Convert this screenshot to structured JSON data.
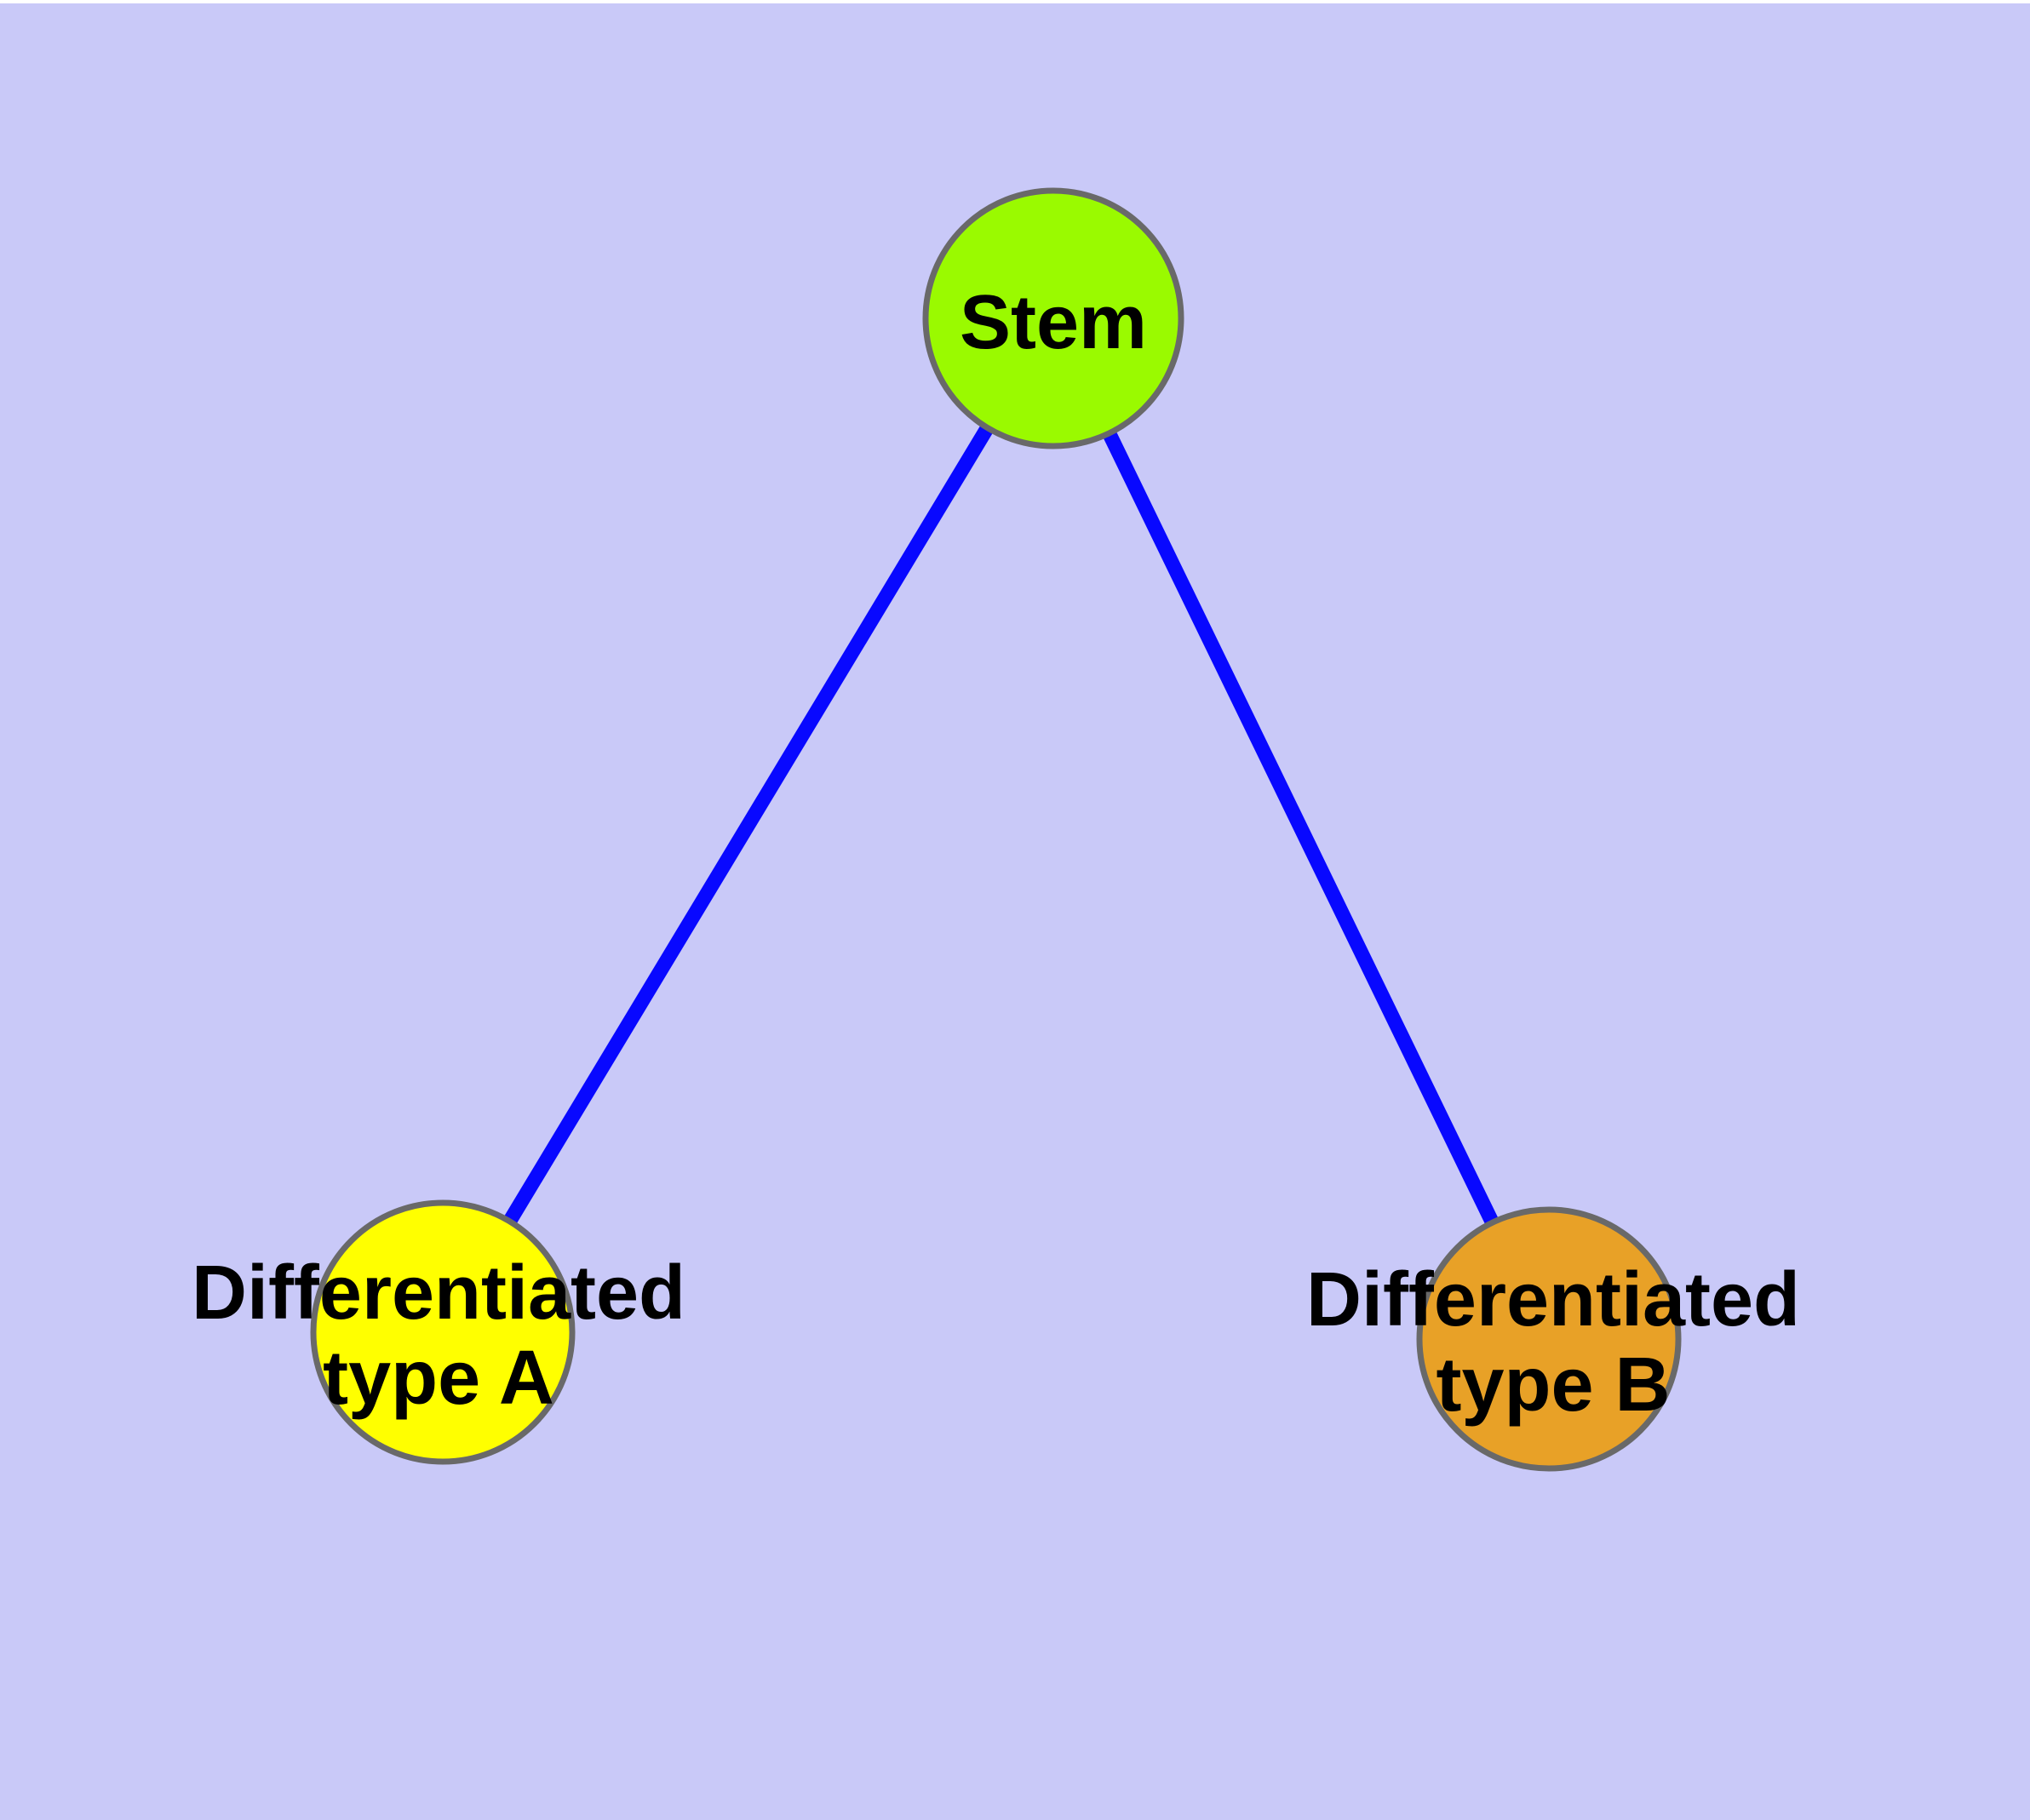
{
  "canvas": {
    "background_color": "#c9c9f8",
    "top_margin_color": "#ffffff",
    "label_color": "#000000"
  },
  "edges": {
    "color": "#0808ff",
    "connections": [
      {
        "from": "Stem",
        "to": "Differentiated type A"
      },
      {
        "from": "Stem",
        "to": "Differentiated type B"
      }
    ]
  },
  "nodes": {
    "stem": {
      "label": "Stem",
      "fill": "#9afa00",
      "border": "#696969"
    },
    "type_a": {
      "label_line1": "Differentiated",
      "label_line2": "type A",
      "fill": "#ffff00",
      "border": "#696969"
    },
    "type_b": {
      "label_line1": "Differentiated",
      "label_line2": "type B",
      "fill": "#e8a127",
      "border": "#696969"
    }
  }
}
